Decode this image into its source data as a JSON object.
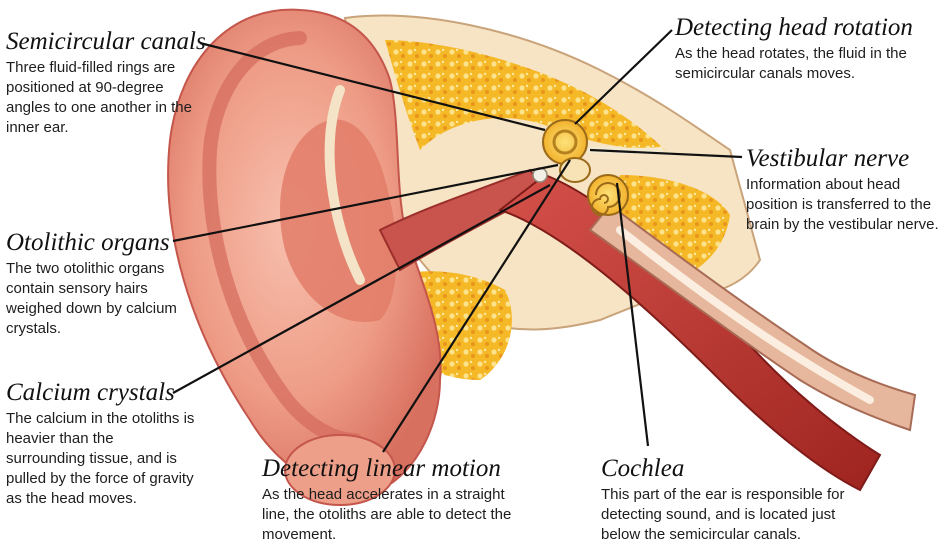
{
  "labels": {
    "semicircular": {
      "title": "Semicircular canals",
      "body": "Three fluid-filled rings are positioned at 90-degree angles to one another in the inner ear."
    },
    "otolithic": {
      "title": "Otolithic organs",
      "body": "The two otolithic organs contain sensory hairs weighed down by calcium crystals."
    },
    "calcium": {
      "title": "Calcium crystals",
      "body": "The calcium in the otoliths is heavier than the surrounding tissue, and is pulled by the force of gravity as the head moves."
    },
    "linear": {
      "title": "Detecting linear motion",
      "body": "As the head accelerates in a straight line, the otoliths are able to detect the movement."
    },
    "rotation": {
      "title": "Detecting head rotation",
      "body": "As the head rotates, the fluid in the semicircular canals moves."
    },
    "vestibular": {
      "title": "Vestibular nerve",
      "body": "Information about head position is transferred to the brain by the vestibular nerve."
    },
    "cochlea": {
      "title": "Cochlea",
      "body": "This part of the ear is responsible for detecting sound, and is located just below the semicircular canals."
    }
  },
  "colors": {
    "skin": "#f0a38f",
    "skin_dark": "#c9544d",
    "bone": "#f6c12a",
    "cartilage": "#f3e6c9",
    "muscle": "#c63a36",
    "leader_line": "#111111"
  }
}
